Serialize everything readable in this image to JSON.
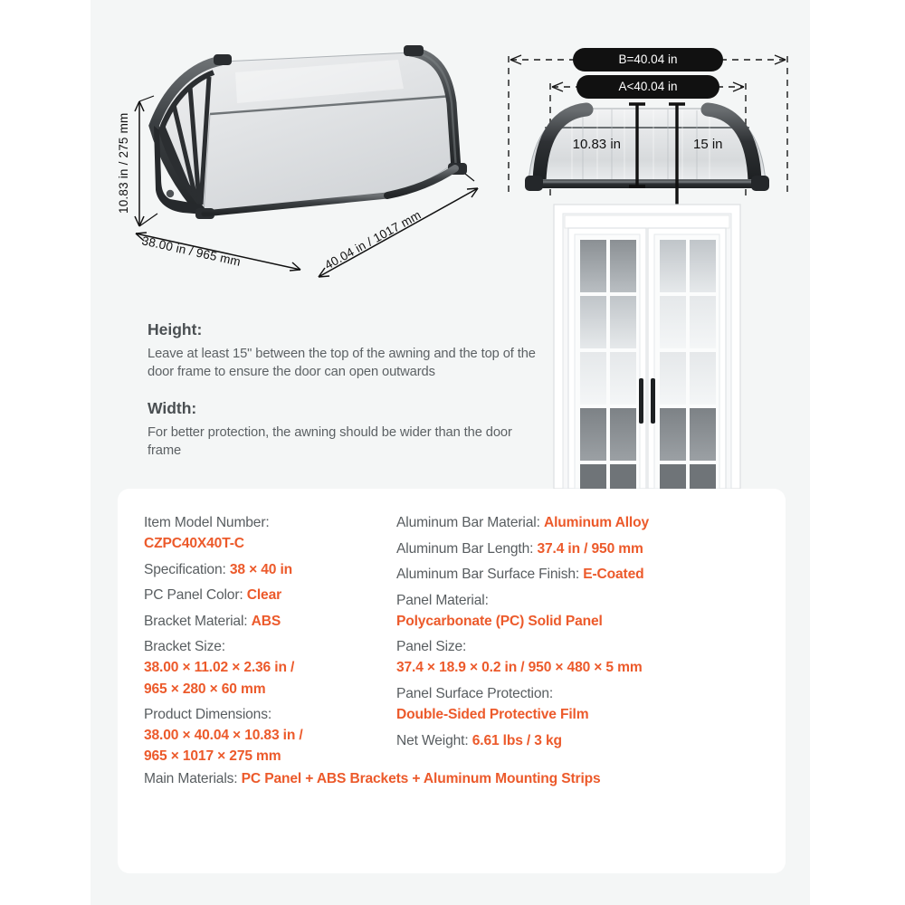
{
  "colors": {
    "accent": "#EC5A2B",
    "label_text": "#585D60",
    "backdrop": "#F4F6F6",
    "card": "#FFFFFF",
    "ink": "#111111"
  },
  "iso_diagram": {
    "name": "awning-isometric-view",
    "dim_height": "10.83 in / 275 mm",
    "dim_depth": "38.00 in / 965 mm",
    "dim_width": "40.04 in / 1017 mm"
  },
  "front_diagram": {
    "name": "awning-front-view-over-door",
    "badge_total_width": "B=40.04 in",
    "badge_door_width": "A<40.04 in",
    "measure_left": "10.83 in",
    "measure_right": "15 in"
  },
  "notes": [
    {
      "heading": "Height:",
      "body": "Leave at least 15\" between the top of the awning and the top of the door frame to ensure the door can open outwards"
    },
    {
      "heading": "Width:",
      "body": "For better protection, the awning should be wider than the door frame"
    }
  ],
  "specs": {
    "left": [
      {
        "label": "Item Model Number:",
        "value": "CZPC40X40T-C",
        "layout": "stacked"
      },
      {
        "label": "Specification:",
        "value": "38 × 40 in",
        "layout": "inline"
      },
      {
        "label": "PC Panel Color:",
        "value": "Clear",
        "layout": "inline"
      },
      {
        "label": "Bracket Material:",
        "value": "ABS",
        "layout": "inline"
      },
      {
        "label": "Bracket Size:",
        "value": "38.00 × 11.02 × 2.36 in /",
        "value2": "965 × 280 × 60 mm",
        "layout": "stacked2"
      },
      {
        "label": "Product Dimensions:",
        "value": "38.00 × 40.04 × 10.83 in /",
        "value2": "965 × 1017 × 275 mm",
        "layout": "stacked2"
      }
    ],
    "right": [
      {
        "label": "Aluminum Bar Material:",
        "value": "Aluminum Alloy",
        "layout": "inline"
      },
      {
        "label": "Aluminum Bar Length:",
        "value": "37.4 in / 950 mm",
        "layout": "inline"
      },
      {
        "label": "Aluminum Bar Surface Finish:",
        "value": "E-Coated",
        "layout": "inline"
      },
      {
        "label": "Panel Material:",
        "value": "Polycarbonate (PC) Solid Panel",
        "layout": "stacked"
      },
      {
        "label": "Panel Size:",
        "value": "37.4 × 18.9 × 0.2 in / 950 × 480 × 5 mm",
        "layout": "stacked"
      },
      {
        "label": "Panel Surface Protection:",
        "value": "Double-Sided Protective Film",
        "layout": "stacked"
      },
      {
        "label": "Net Weight:",
        "value": "6.61 lbs / 3 kg",
        "layout": "inline"
      }
    ],
    "footer": {
      "label": "Main Materials:",
      "value": "PC Panel + ABS Brackets + Aluminum Mounting Strips",
      "layout": "inline"
    }
  }
}
